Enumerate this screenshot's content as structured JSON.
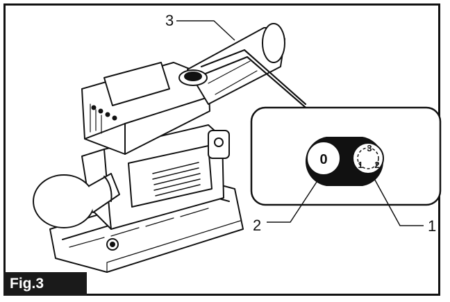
{
  "figure": {
    "label": "Fig.3",
    "callouts": {
      "c1": "1",
      "c2": "2",
      "c3": "3"
    },
    "switch": {
      "off_position": "0",
      "speed_marks": [
        "3",
        "1",
        "2"
      ]
    },
    "colors": {
      "ink": "#111111",
      "paper": "#ffffff",
      "label_bg": "#1a1a1a"
    }
  }
}
